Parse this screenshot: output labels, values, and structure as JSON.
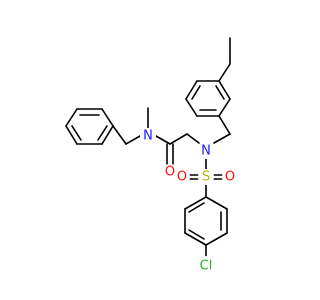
{
  "molecule": {
    "atom_labels": {
      "n_amide": "N",
      "o_carbonyl": "O",
      "n_sulfonamide": "N",
      "s_sulfonyl": "S",
      "o_sulfonyl_left": "O",
      "o_sulfonyl_right": "O",
      "cl": "Cl"
    },
    "colors": {
      "bond": "#000000",
      "nitrogen": "#1a1aff",
      "oxygen": "#ff0d0d",
      "sulfur": "#b5b500",
      "chlorine": "#1fb81f"
    }
  }
}
